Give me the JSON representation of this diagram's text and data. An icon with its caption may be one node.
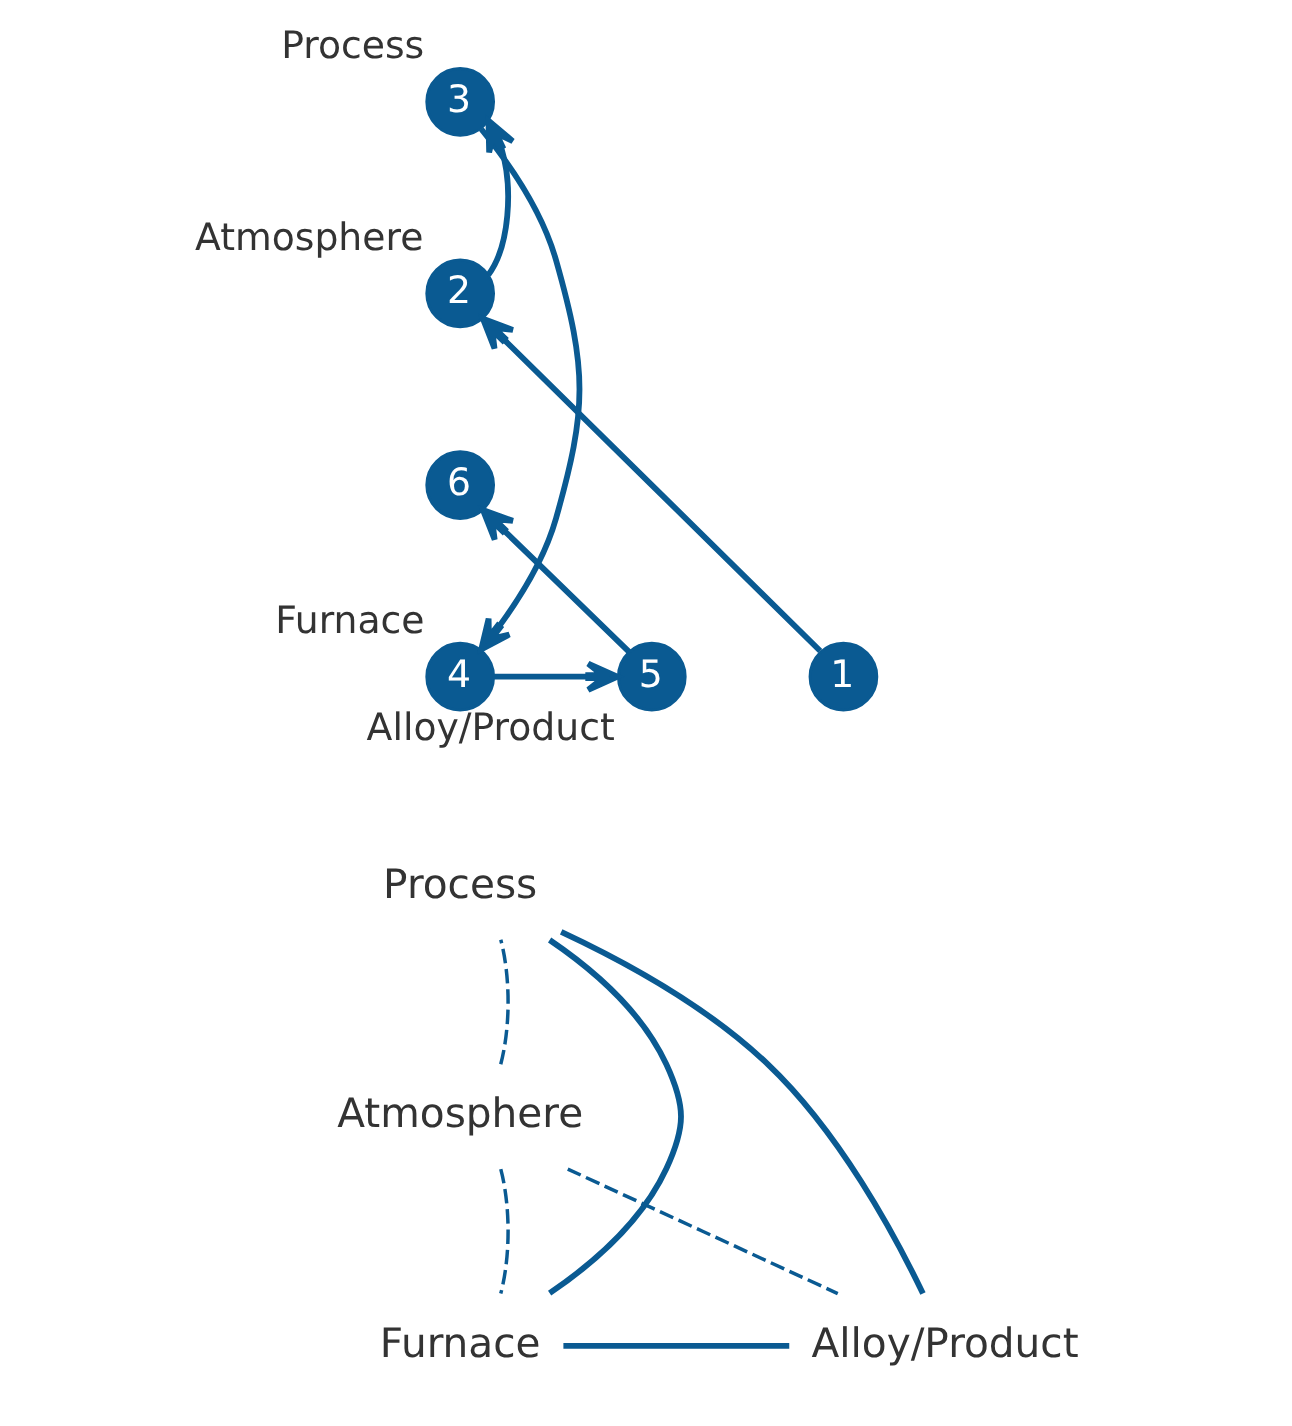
{
  "diagram": {
    "nodes": [
      {
        "text": [
          "3"
        ],
        "beside": [
          "Process"
        ]
      },
      {
        "text": [
          "2"
        ],
        "beside": [
          "Atmosphere"
        ]
      },
      {
        "text": [
          "6"
        ]
      },
      {
        "text": [
          "1"
        ]
      },
      {
        "text": [
          "4"
        ],
        "beside": [
          "Furnace"
        ]
      },
      {
        "text": [
          "5"
        ],
        "beside": [
          "Alloy/Product"
        ]
      },
      {
        "text": [
          "Process"
        ]
      },
      {
        "text": [
          "Atmosphere"
        ]
      },
      {
        "text": [
          "Furnace"
        ]
      },
      {
        "text": [
          "Alloy/Product"
        ]
      }
    ],
    "edges": [
      {
        "from": 1,
        "to": 0,
        "arrow": "to"
      },
      {
        "from": 0,
        "to": 4,
        "arrow": "to"
      },
      {
        "from": 3,
        "to": 1,
        "arrow": "to"
      },
      {
        "from": 5,
        "to": 2,
        "arrow": "to"
      },
      {
        "from": 4,
        "to": 5,
        "arrow": "to"
      },
      {
        "from": 6,
        "to": 8,
        "arrow": "none"
      },
      {
        "from": 6,
        "to": 9,
        "arrow": "none"
      },
      {
        "from": 8,
        "to": 9,
        "arrow": "none"
      },
      {
        "from": 7,
        "to": 6,
        "arrow": "none",
        "style": "dashed"
      },
      {
        "from": 7,
        "to": 8,
        "arrow": "none",
        "style": "dashed"
      },
      {
        "from": 7,
        "to": 9,
        "arrow": "none",
        "style": "dashed"
      }
    ]
  }
}
